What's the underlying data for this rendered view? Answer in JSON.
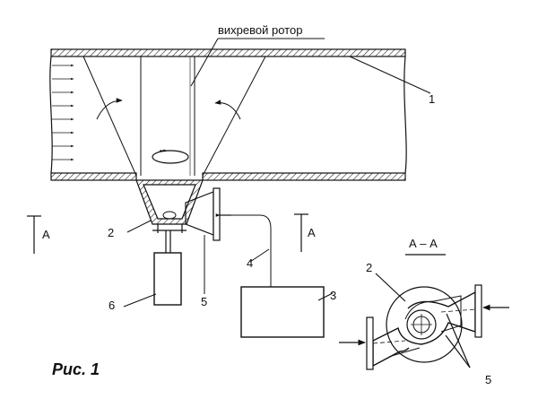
{
  "figure": {
    "caption": "Рис. 1",
    "rotor_label": "вихревой ротор",
    "section_label": "А – А",
    "section_mark_left": "А",
    "section_mark_right": "А",
    "parts": {
      "p1": "1",
      "p2": "2",
      "p3": "3",
      "p4": "4",
      "p5": "5",
      "p6": "6",
      "detail_p2": "2",
      "detail_p5": "5"
    }
  }
}
